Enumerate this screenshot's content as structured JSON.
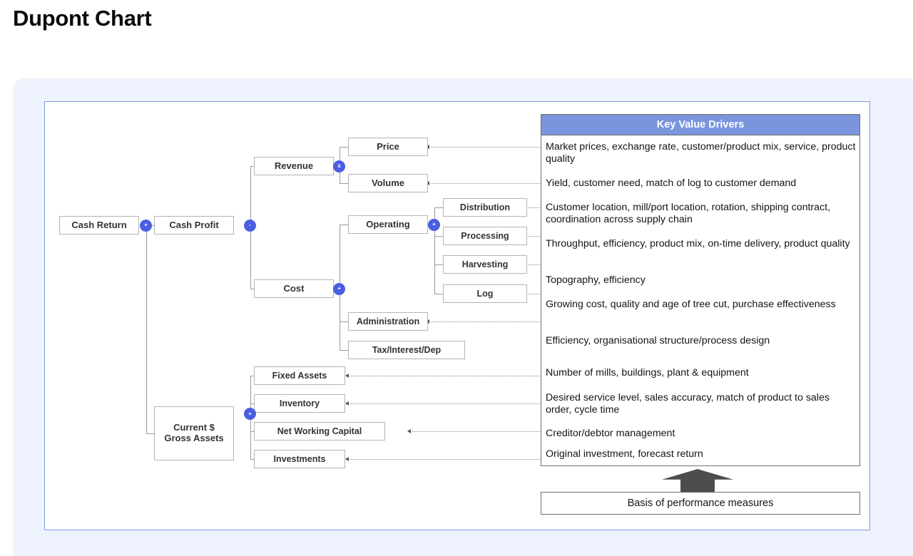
{
  "page": {
    "title": "Dupont Chart"
  },
  "diagram": {
    "type": "tree-diagram",
    "root": {
      "label": "Cash Return",
      "operator": "+"
    },
    "nodes": [
      {
        "id": "cash-return",
        "label": "Cash Return",
        "operator": "+"
      },
      {
        "id": "cash-profit",
        "label": "Cash Profit",
        "operator": "-"
      },
      {
        "id": "current-gross-assets",
        "label": "Current $ Gross Assets",
        "operator": "+"
      },
      {
        "id": "revenue",
        "label": "Revenue",
        "operator": "x"
      },
      {
        "id": "cost",
        "label": "Cost",
        "operator": "+"
      },
      {
        "id": "price",
        "label": "Price",
        "operator": ""
      },
      {
        "id": "volume",
        "label": "Volume",
        "operator": ""
      },
      {
        "id": "operating",
        "label": "Operating",
        "operator": "+"
      },
      {
        "id": "administration",
        "label": "Administration",
        "operator": ""
      },
      {
        "id": "tax-interest-dep",
        "label": "Tax/Interest/Dep",
        "operator": ""
      },
      {
        "id": "distribution",
        "label": "Distribution",
        "operator": ""
      },
      {
        "id": "processing",
        "label": "Processing",
        "operator": ""
      },
      {
        "id": "harvesting",
        "label": "Harvesting",
        "operator": ""
      },
      {
        "id": "log",
        "label": "Log",
        "operator": ""
      },
      {
        "id": "fixed-assets",
        "label": "Fixed Assets",
        "operator": ""
      },
      {
        "id": "inventory",
        "label": "Inventory",
        "operator": ""
      },
      {
        "id": "net-working-capital",
        "label": "Net Working Capital",
        "operator": ""
      },
      {
        "id": "investments",
        "label": "Investments",
        "operator": ""
      }
    ]
  },
  "key_value_drivers": {
    "header": "Key Value Drivers",
    "rows": [
      {
        "source": "price",
        "text": "Market prices, exchange rate, customer/product mix, service, product quality"
      },
      {
        "source": "volume",
        "text": "Yield, customer need, match of log to customer demand"
      },
      {
        "source": "distribution",
        "text": "Customer location, mill/port location, rotation, shipping contract, coordination across supply chain"
      },
      {
        "source": "processing",
        "text": "Throughput, efficiency, product mix, on-time delivery, product quality"
      },
      {
        "source": "harvesting",
        "text": "Topography, efficiency"
      },
      {
        "source": "log",
        "text": "Growing cost, quality and age of tree cut, purchase effectiveness"
      },
      {
        "source": "administration",
        "text": "Efficiency, organisational structure/process design"
      },
      {
        "source": "fixed-assets",
        "text": "Number of mills, buildings, plant & equipment"
      },
      {
        "source": "inventory",
        "text": "Desired service level, sales accuracy, match of product to sales order, cycle time"
      },
      {
        "source": "net-working-capital",
        "text": "Creditor/debtor management"
      },
      {
        "source": "investments",
        "text": "Original investment, forecast return"
      }
    ]
  },
  "footer": {
    "basis_label": "Basis of performance measures",
    "arrow_icon": "up-arrow-icon"
  },
  "colors": {
    "panel_background": "#eff3fd",
    "frame_border": "#7d9ae8",
    "kvd_header_background": "#7a95dd",
    "badge_background": "#4a5fe0",
    "node_border": "#b4b4b4",
    "connector": "#9a9a9a",
    "arrow_fill": "#4d4d4d"
  }
}
